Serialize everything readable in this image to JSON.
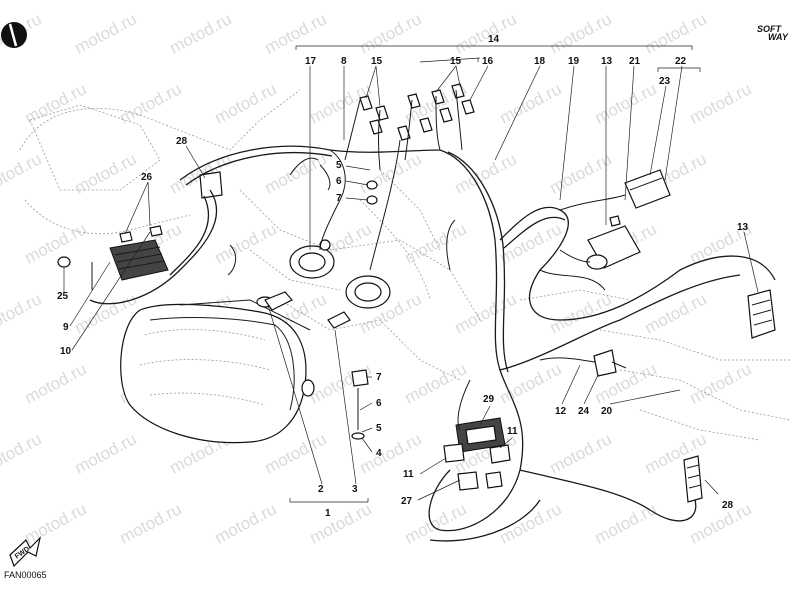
{
  "diagram": {
    "callouts": [
      "1",
      "2",
      "3",
      "4",
      "5",
      "6",
      "7",
      "8",
      "9",
      "10",
      "11",
      "12",
      "13",
      "14",
      "15",
      "16",
      "17",
      "18",
      "19",
      "20",
      "21",
      "22",
      "23",
      "24",
      "25",
      "26",
      "27",
      "28",
      "29"
    ],
    "figure_code": "FAN00065",
    "fwd_label": "FWD",
    "brand": {
      "line1": "SOFT",
      "line2": "WAY"
    },
    "watermark": "motod.ru"
  }
}
